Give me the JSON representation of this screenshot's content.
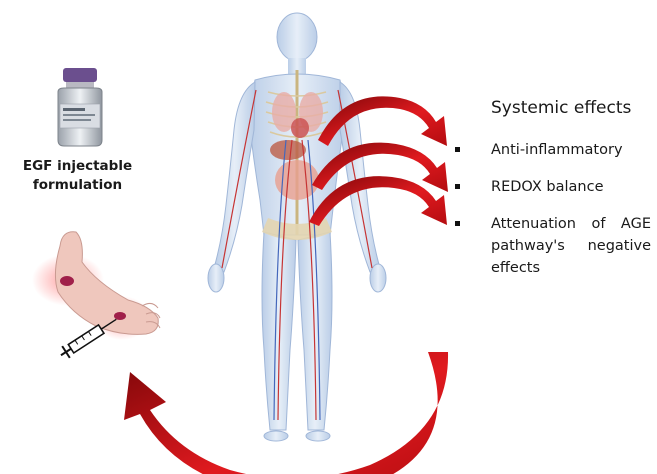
{
  "vial": {
    "label_line1": "EGF injectable",
    "label_line2": "formulation"
  },
  "effects": {
    "title": "Systemic effects",
    "items": [
      {
        "text": "Anti-inflammatory"
      },
      {
        "text": "REDOX balance"
      },
      {
        "text": "Attenuation of AGE pathway's negative effects"
      }
    ]
  },
  "colors": {
    "arrow_red": "#d8141a",
    "arrow_dark": "#8e0a0c",
    "body_blue": "#c9d9ee",
    "skin_pink": "#e8b8b3",
    "ulcer": "#a0204a"
  }
}
